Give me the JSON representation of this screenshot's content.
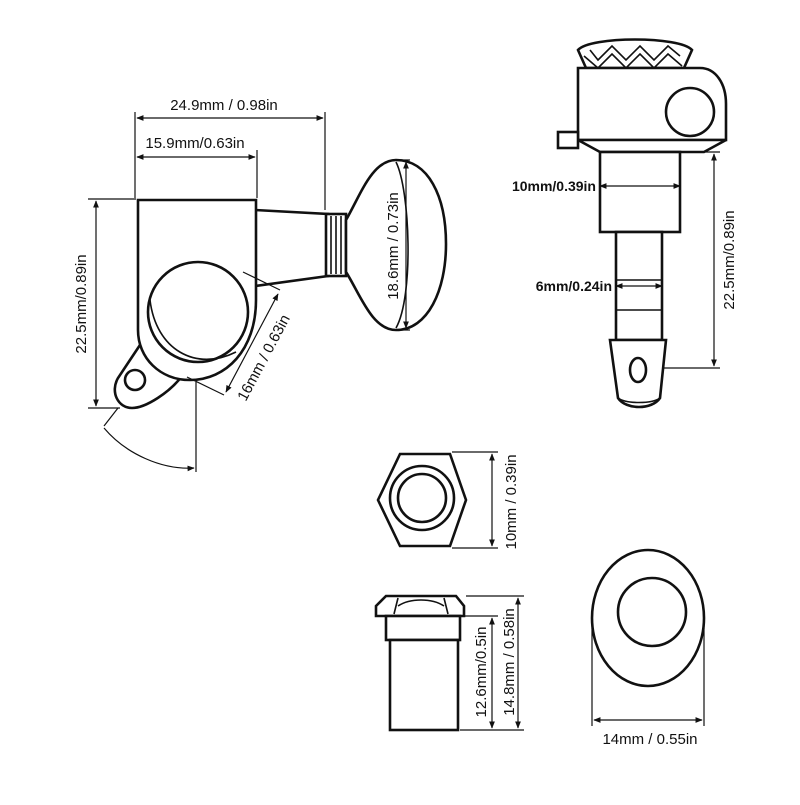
{
  "colors": {
    "ink": "#111111",
    "background": "#ffffff"
  },
  "labels": {
    "width_overall": "24.9mm / 0.98in",
    "width_body": "15.9mm/0.63in",
    "height_body": "22.5mm/0.89in",
    "gear_diameter": "16mm / 0.63in",
    "button_height": "18.6mm / 0.73in",
    "post_upper": "10mm/0.39in",
    "post_lower": "6mm/0.24in",
    "post_length": "22.5mm/0.89in",
    "hex_nut": "10mm / 0.39in",
    "bushing_inner": "12.6mm/0.5in",
    "bushing_outer": "14.8mm / 0.58in",
    "washer": "14mm / 0.55in"
  }
}
